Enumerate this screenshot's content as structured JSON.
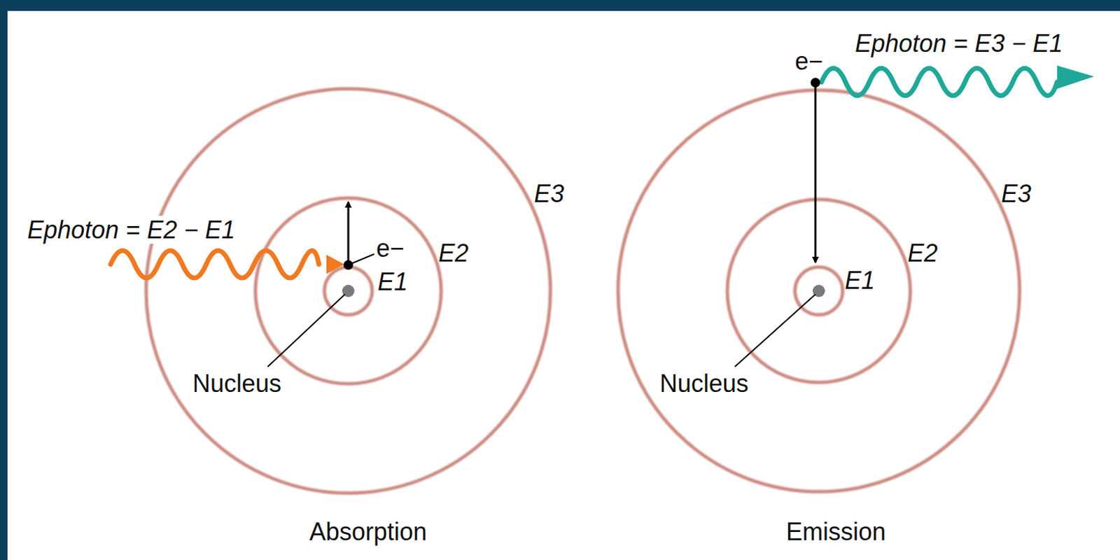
{
  "diagram": {
    "labels": [
      "Ephoton = E2 − E1",
      "e−",
      "E3",
      "E2",
      "E1",
      "Nucleus",
      "Absorption",
      "Ephoton = E3 − E1",
      "e−",
      "E3",
      "E2",
      "E1",
      "Nucleus",
      "Emission"
    ]
  }
}
